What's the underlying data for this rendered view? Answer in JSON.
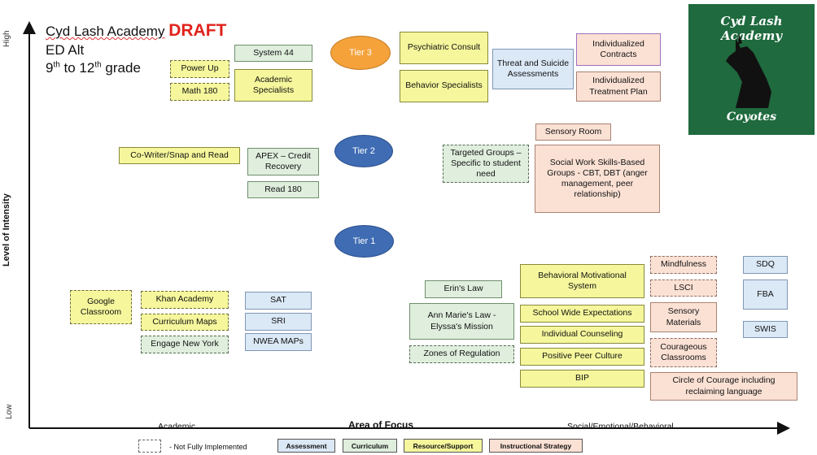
{
  "header": {
    "school": "Cyd Lash Academy",
    "draft": "DRAFT",
    "program": "ED Alt",
    "grade_pre": "9",
    "grade_sup1": "th",
    "grade_mid": " to 12",
    "grade_sup2": "th",
    "grade_post": " grade"
  },
  "logo": {
    "top": "Cyd Lash Academy",
    "bottom": "Coyotes"
  },
  "axes": {
    "y_label": "Level of Intensity",
    "y_high": "High",
    "y_low": "Low",
    "x_label": "Area of Focus",
    "x_left": "Academic",
    "x_right": "Social/Emotional/Behavioral"
  },
  "tiers": {
    "t3": "Tier 3",
    "t2": "Tier 2",
    "t1": "Tier 1"
  },
  "tier3": {
    "system44": "System 44",
    "power_up": "Power Up",
    "math180": "Math 180",
    "academic_specialists": "Academic Specialists",
    "psychiatric_consult": "Psychiatric Consult",
    "behavior_specialists": "Behavior Specialists",
    "threat_suicide": "Threat and Suicide Assessments",
    "ind_contracts": "Individualized Contracts",
    "ind_treatment": "Individualized Treatment Plan"
  },
  "tier2": {
    "cowriter": "Co-Writer/Snap and Read",
    "apex": "APEX – Credit Recovery",
    "read180": "Read 180",
    "sensory_room": "Sensory Room",
    "targeted_groups": "Targeted Groups – Specific to student need",
    "social_work": "Social Work Skills-Based Groups - CBT, DBT (anger management, peer relationship)"
  },
  "tier1": {
    "google_classroom": "Google Classroom",
    "khan": "Khan Academy",
    "curriculum_maps": "Curriculum Maps",
    "engage_ny": "Engage New York",
    "sat": "SAT",
    "sri": "SRI",
    "nwea": "NWEA MAPs",
    "erins_law": "Erin's Law",
    "ann_marie": "Ann Marie's Law - Elyssa's Mission",
    "zones": "Zones of Regulation",
    "bms": "Behavioral Motivational System",
    "swe": "School Wide Expectations",
    "ind_counseling": "Individual Counseling",
    "ppc": "Positive Peer Culture",
    "bip": "BIP",
    "mindfulness": "Mindfulness",
    "lsci": "LSCI",
    "sensory_materials": "Sensory Materials",
    "courageous": "Courageous Classrooms",
    "circle": "Circle of Courage including reclaiming language",
    "sdq": "SDQ",
    "fba": "FBA",
    "swis": "SWIS"
  },
  "legend": {
    "not_fully": "- Not Fully Implemented",
    "assessment": "Assessment",
    "curriculum": "Curriculum",
    "resource": "Resource/Support",
    "instructional": "Instructional Strategy"
  },
  "colors": {
    "assessment": "#dbe8f6",
    "curriculum": "#dfeedd",
    "resource": "#f6f79c",
    "instructional": "#fbe1d4",
    "tier3": "#f5a23b",
    "tier_blue": "#3f6cb3",
    "draft": "#e0231c",
    "logo_bg": "#1f6a3e"
  }
}
